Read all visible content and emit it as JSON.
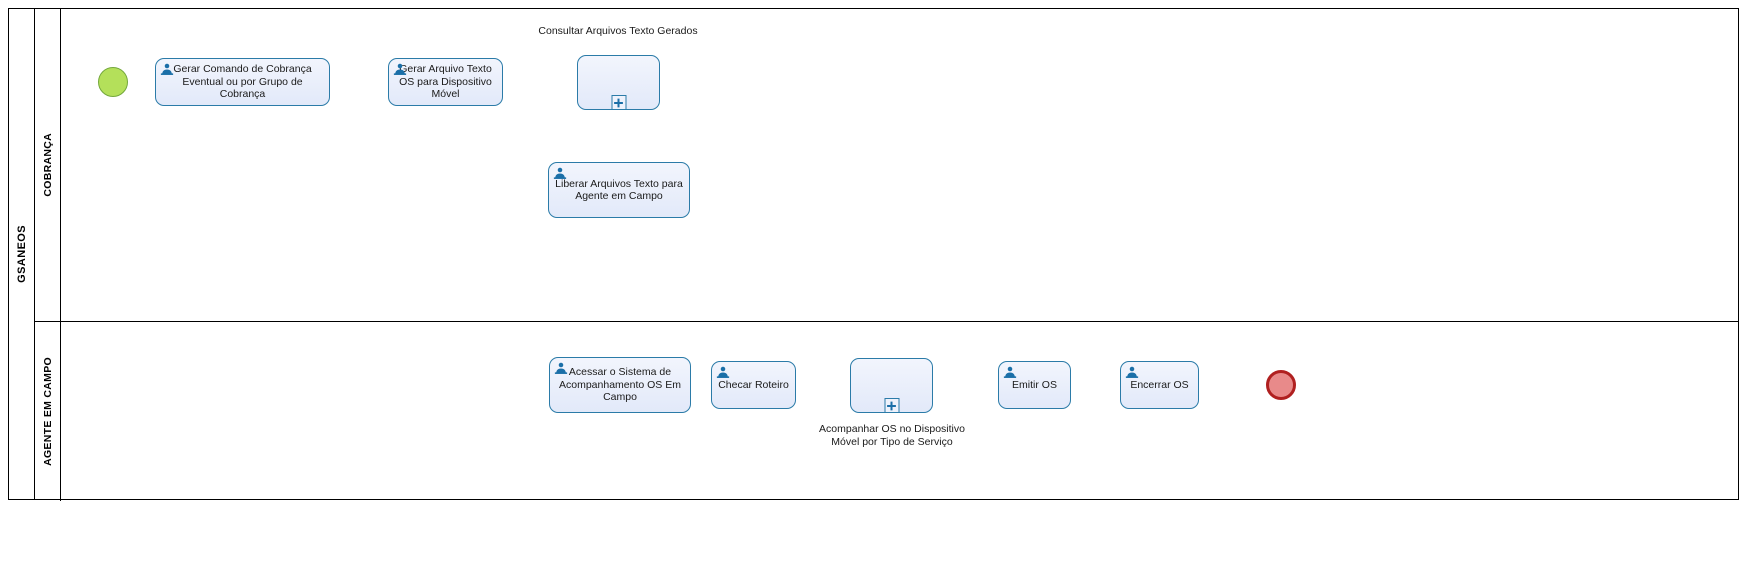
{
  "diagram": {
    "type": "bpmn-process",
    "pool": {
      "name": "GSANEOS"
    },
    "lanes": [
      {
        "id": "lane-cobranca",
        "name": "COBRANÇA"
      },
      {
        "id": "lane-agente",
        "name": "AGENTE EM CAMPO"
      }
    ],
    "colors": {
      "task_border": "#2b7ba8",
      "task_fill": "#e7edfa",
      "start_event_fill": "#b4e05a",
      "start_event_border": "#74a83c",
      "end_event_fill": "#e88a8a",
      "end_event_border": "#b02020",
      "connector": "#000000",
      "lane_border": "#000000"
    },
    "events": [
      {
        "id": "start-event",
        "kind": "start",
        "label": ""
      },
      {
        "id": "end-event",
        "kind": "end",
        "label": ""
      }
    ],
    "tasks": [
      {
        "id": "task-gerar-comando-cobranca",
        "lane": "lane-cobranca",
        "label": "Gerar Comando de Cobrança Eventual ou por Grupo de Cobrança",
        "icon": "user-task-icon"
      },
      {
        "id": "task-gerar-arquivo-texto",
        "lane": "lane-cobranca",
        "label": "Gerar Arquivo Texto OS para Dispositivo Móvel",
        "icon": "user-task-icon"
      },
      {
        "id": "task-liberar-arquivos",
        "lane": "lane-cobranca",
        "label": "Liberar Arquivos Texto para Agente em Campo",
        "icon": "user-task-icon"
      },
      {
        "id": "task-acessar-sistema",
        "lane": "lane-agente",
        "label": "Acessar o Sistema de Acompanhamento OS Em Campo",
        "icon": "user-task-icon"
      },
      {
        "id": "task-checar-roteiro",
        "lane": "lane-agente",
        "label": "Checar Roteiro",
        "icon": "user-task-icon"
      },
      {
        "id": "task-emitir-os",
        "lane": "lane-agente",
        "label": "Emitir OS",
        "icon": "user-task-icon"
      },
      {
        "id": "task-encerrar-os",
        "lane": "lane-agente",
        "label": "Encerrar OS",
        "icon": "user-task-icon"
      }
    ],
    "subprocesses": [
      {
        "id": "subprocess-consultar-arquivos",
        "lane": "lane-cobranca",
        "label": "Consultar Arquivos Texto Gerados",
        "label_position": "above",
        "marker": "plus-collapsed-icon"
      },
      {
        "id": "subprocess-acompanhar-os",
        "lane": "lane-agente",
        "label": "Acompanhar OS no Dispositivo\nMóvel por Tipo de Serviço",
        "label_position": "below",
        "marker": "plus-collapsed-icon"
      }
    ],
    "flows": [
      {
        "from": "start-event",
        "to": "task-gerar-comando-cobranca"
      },
      {
        "from": "task-gerar-comando-cobranca",
        "to": "task-gerar-arquivo-texto"
      },
      {
        "from": "task-gerar-arquivo-texto",
        "to": "subprocess-consultar-arquivos"
      },
      {
        "from": "subprocess-consultar-arquivos",
        "to": "task-liberar-arquivos"
      },
      {
        "from": "task-liberar-arquivos",
        "to": "task-acessar-sistema"
      },
      {
        "from": "task-acessar-sistema",
        "to": "task-checar-roteiro"
      },
      {
        "from": "task-checar-roteiro",
        "to": "subprocess-acompanhar-os"
      },
      {
        "from": "subprocess-acompanhar-os",
        "to": "task-emitir-os"
      },
      {
        "from": "task-emitir-os",
        "to": "task-encerrar-os"
      },
      {
        "from": "task-encerrar-os",
        "to": "end-event"
      }
    ]
  }
}
